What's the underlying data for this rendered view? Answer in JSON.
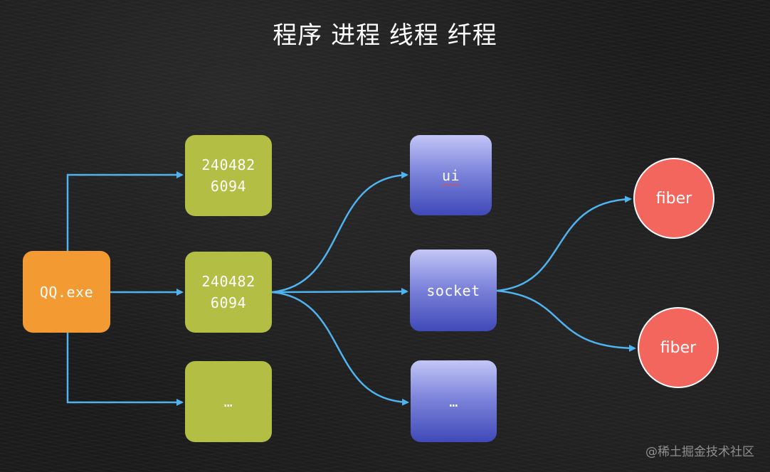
{
  "title": "程序 进程 线程 纤程",
  "colors": {
    "program": "#f49a32",
    "process": "#b3bf44",
    "thread_top": "#c3c6f6",
    "thread_bottom": "#3f49b8",
    "fiber": "#f2665d",
    "arrow": "#4fb3f0"
  },
  "program": {
    "label": "QQ.exe"
  },
  "processes": [
    {
      "line1": "240482",
      "line2": "6094"
    },
    {
      "line1": "240482",
      "line2": "6094"
    },
    {
      "line1": "…",
      "line2": ""
    }
  ],
  "threads": [
    {
      "label": "ui"
    },
    {
      "label": "socket"
    },
    {
      "label": "…"
    }
  ],
  "fibers": [
    {
      "label": "fiber"
    },
    {
      "label": "fiber"
    }
  ],
  "watermark": "@稀土掘金技术社区"
}
